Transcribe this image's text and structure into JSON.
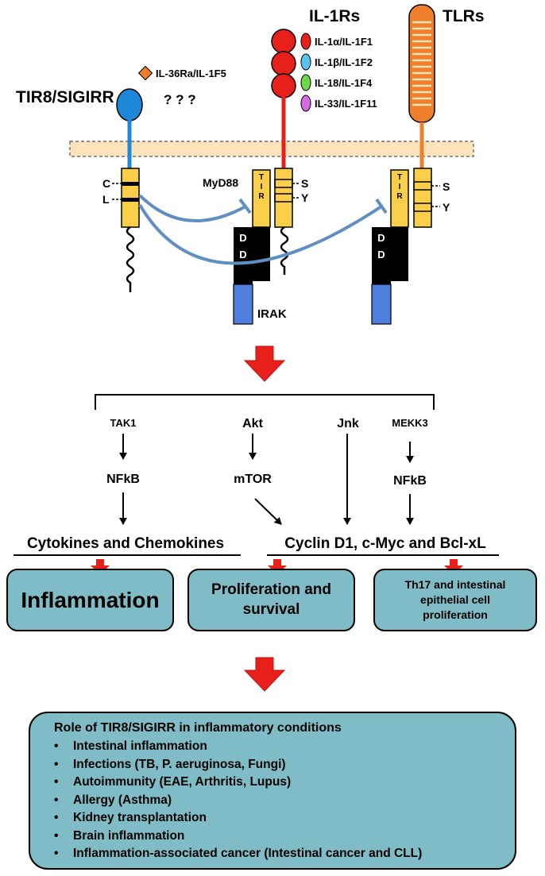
{
  "receptors": {
    "tir8_label": "TIR8/SIGIRR",
    "il1rs_label": "IL-1Rs",
    "tlrs_label": "TLRs",
    "ligand_tir8": "IL-36Ra/IL-1F5",
    "unknown_ligands": "? ? ?",
    "c_label": "C",
    "l_label": "L",
    "s_label": "S",
    "y_label": "Y",
    "myd88_label": "MyD88",
    "tir_label": "TIR",
    "dd_label": "D D",
    "irak_label": "IRAK"
  },
  "il1_ligands": [
    {
      "label": "IL-1α/IL-1F1",
      "color": "#e8201c"
    },
    {
      "label": "IL-1β/IL-1F2",
      "color": "#5bc3f0"
    },
    {
      "label": "IL-18/IL-1F4",
      "color": "#6fd84a"
    },
    {
      "label": "IL-33/IL-1F11",
      "color": "#d56be0"
    }
  ],
  "signaling": {
    "tak1": "TAK1",
    "akt": "Akt",
    "jnk": "Jnk",
    "mekk3": "MEKK3",
    "nfkb_left": "NFkB",
    "mtor": "mTOR",
    "nfkb_right": "NFkB"
  },
  "outputs": {
    "cytokines": "Cytokines and Chemokines",
    "cyclin": "Cyclin D1, c-Myc and Bcl-xL"
  },
  "outcomes": {
    "inflammation": "Inflammation",
    "proliferation_line1": "Proliferation and",
    "proliferation_line2": "survival",
    "th17_line1": "Th17 and intestinal",
    "th17_line2": "epithelial cell",
    "th17_line3": "proliferation"
  },
  "role": {
    "title": "Role of TIR8/SIGIRR in inflammatory conditions",
    "items": [
      "Intestinal inflammation",
      "Infections (TB, P. aeruginosa, Fungi)",
      "Autoimmunity (EAE, Arthritis, Lupus)",
      "Allergy (Asthma)",
      "Kidney transplantation",
      "Brain inflammation",
      "Inflammation-associated cancer (Intestinal cancer and CLL)"
    ]
  },
  "colors": {
    "red_arrow": "#e8201c",
    "membrane": "#fbe3bc",
    "tir_domain": "#f9cf4a",
    "tir8_receptor": "#1e88d8",
    "il1r_receptor": "#e8201c",
    "tlr_receptor": "#f07f2b",
    "irak": "#4f7fdc",
    "inhibition": "#5f8fc0",
    "box_fill": "#7fbcc6"
  }
}
